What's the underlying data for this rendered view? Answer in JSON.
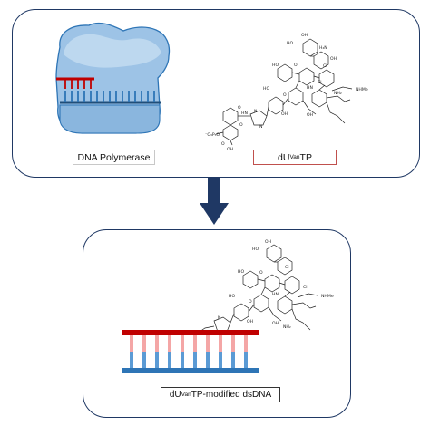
{
  "labels": {
    "polymerase": "DNA Polymerase",
    "dutp_prefix": "dU",
    "dutp_sup": "Van",
    "dutp_suffix": "TP",
    "dsdna_prefix": "dU",
    "dsdna_sup": "Van",
    "dsdna_suffix": "TP-modified dsDNA"
  },
  "structure_text": {
    "top": [
      "OH",
      "HO",
      "H₂N",
      "OH",
      "HO",
      "Cl",
      "O",
      "HN",
      "NHMe",
      "NH₂",
      "HO",
      "OH",
      "OH",
      "O",
      "N",
      "N",
      "HN",
      "O",
      "O",
      "Cl",
      "⁻O₃P₃O",
      "O",
      "OH"
    ],
    "bottom": [
      "OH",
      "HO",
      "HO",
      "Cl",
      "NHMe",
      "HN",
      "O",
      "NH₂",
      "HO",
      "OH",
      "OH",
      "O",
      "N",
      "N",
      "Cl"
    ]
  },
  "colors": {
    "panel_border": "#1f3864",
    "arrow": "#1f3864",
    "enzyme_fill": "#9dc3e6",
    "enzyme_stroke": "#2e75b6",
    "dna_red": "#c00000",
    "dna_blue": "#2e75b6",
    "dna_top_rung": "#f4a6a6",
    "dna_bottom_rung": "#5b9bd5"
  }
}
